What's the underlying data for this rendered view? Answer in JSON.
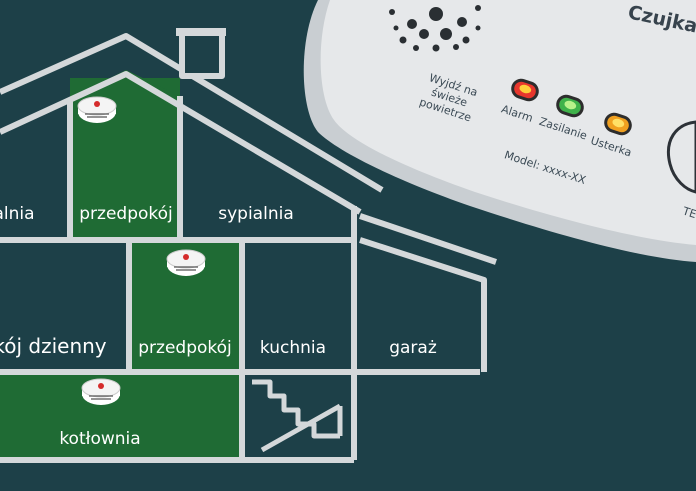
{
  "rooms": [
    {
      "label": "alnia",
      "highlighted": false
    },
    {
      "label": "przedpokój",
      "highlighted": true
    },
    {
      "label": "sypialnia",
      "highlighted": false
    },
    {
      "label": "kój dzienny",
      "highlighted": false
    },
    {
      "label": "przedpokój",
      "highlighted": true
    },
    {
      "label": "kuchnia",
      "highlighted": false
    },
    {
      "label": "garaż",
      "highlighted": false
    },
    {
      "label": "kotłownia",
      "highlighted": true
    }
  ],
  "device": {
    "title": "Czujka t",
    "instruction": [
      "Wyjdź na",
      "świeże",
      "powietrze"
    ],
    "indicators": [
      {
        "label": "Alarm",
        "color": "#e8372d"
      },
      {
        "label": "Zasilanie",
        "color": "#3fb24a"
      },
      {
        "label": "Usterka",
        "color": "#f0a020"
      }
    ],
    "model": "Model: xxxx-XX",
    "test_label": "TE"
  },
  "colors": {
    "background": "#1d4048",
    "house_line": "#d4d8da",
    "highlight_room": "#1f6b34",
    "device_body": "#e6e8ea"
  }
}
